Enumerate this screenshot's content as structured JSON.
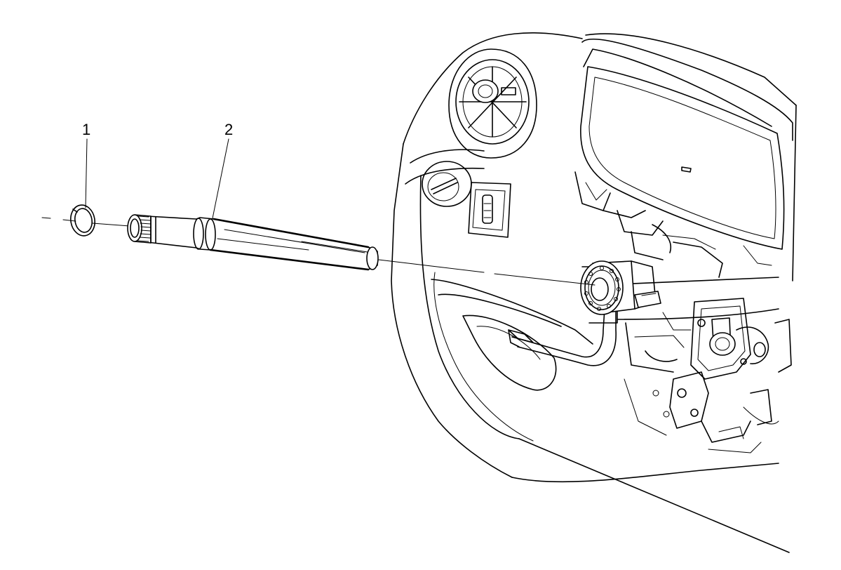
{
  "callouts": [
    {
      "number": "1",
      "part": "snap-ring"
    },
    {
      "number": "2",
      "part": "steering-shaft"
    }
  ],
  "colors": {
    "line": "#000000",
    "background": "#ffffff"
  }
}
